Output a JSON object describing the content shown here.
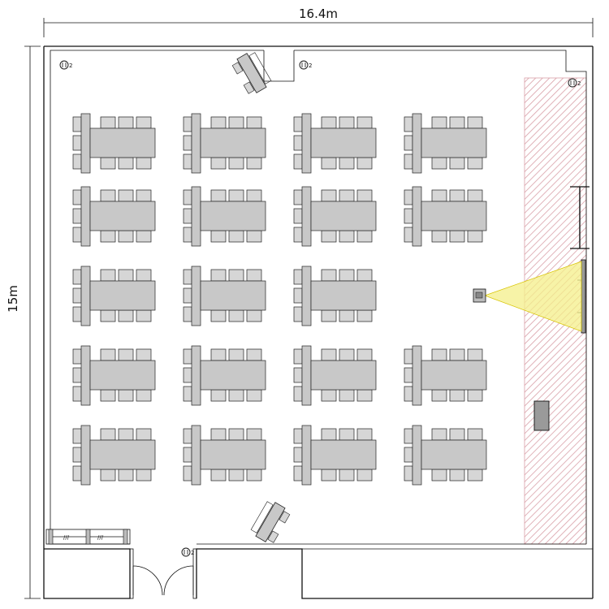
{
  "dimensions": {
    "width_label": "16.4m",
    "height_label": "15m"
  },
  "outlet_label": "2",
  "colors": {
    "table_fill": "#c8c8c8",
    "chair_fill": "#d6d6d6",
    "outline": "#222222",
    "stage_hatch": "#d9a0a8",
    "projection_beam": "#f4ef8a",
    "projection_beam_edge": "#d8c400",
    "background": "#ffffff"
  },
  "layout": {
    "table_rows": 5,
    "table_columns": 4,
    "missing_table": {
      "row": 3,
      "column": 4
    },
    "chairs_per_column_pair": 3
  }
}
